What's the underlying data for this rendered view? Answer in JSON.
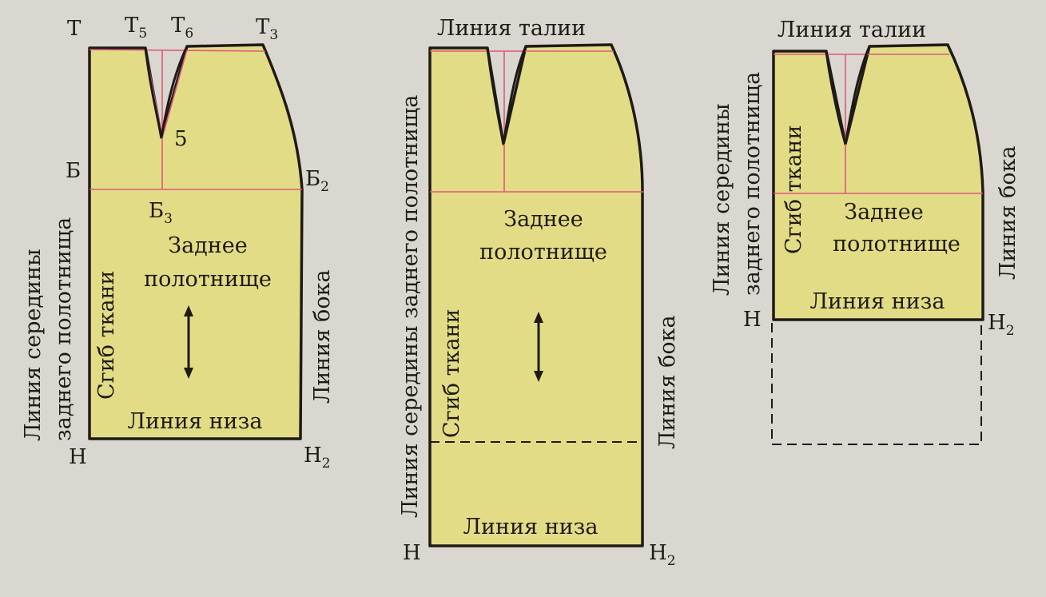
{
  "colors": {
    "fabric": "#e3dc86",
    "outline": "#1e1a16",
    "construction": "#e0587a",
    "background": "#d9d7cf"
  },
  "patterns": [
    {
      "id": "pattern-1",
      "points": {
        "T": "Т",
        "T5": {
          "letter": "Т",
          "sub": "5"
        },
        "T6": {
          "letter": "Т",
          "sub": "6"
        },
        "T3": {
          "letter": "Т",
          "sub": "3"
        },
        "B": "Б",
        "B2": {
          "letter": "Б",
          "sub": "2"
        },
        "B3": {
          "letter": "Б",
          "sub": "3"
        },
        "H": "Н",
        "H2": {
          "letter": "Н",
          "sub": "2"
        },
        "dart_number": "5"
      },
      "panel_name": [
        "Заднее",
        "полотнище"
      ],
      "fold": "Сгиб ткани",
      "center_line": [
        "Линия середины",
        "заднего полотнища"
      ],
      "side_line": "Линия бока",
      "hem_line": "Линия низа"
    },
    {
      "id": "pattern-2",
      "waist_line": "Линия талии",
      "panel_name": [
        "Заднее",
        "полотнище"
      ],
      "fold": "Сгиб ткани",
      "center_line": "Линия середины заднего полотнища",
      "side_line": "Линия бока",
      "hem_line": "Линия низа",
      "points": {
        "H": "Н",
        "H2": {
          "letter": "Н",
          "sub": "2"
        }
      }
    },
    {
      "id": "pattern-3",
      "waist_line": "Линия талии",
      "panel_name": [
        "Заднее",
        "полотнище"
      ],
      "fold": "Сгиб ткани",
      "center_line": [
        "Линия середины",
        "заднего полотнища"
      ],
      "side_line": "Линия бока",
      "hem_line": "Линия низа",
      "points": {
        "H": "Н",
        "H2": {
          "letter": "Н",
          "sub": "2"
        }
      }
    }
  ]
}
